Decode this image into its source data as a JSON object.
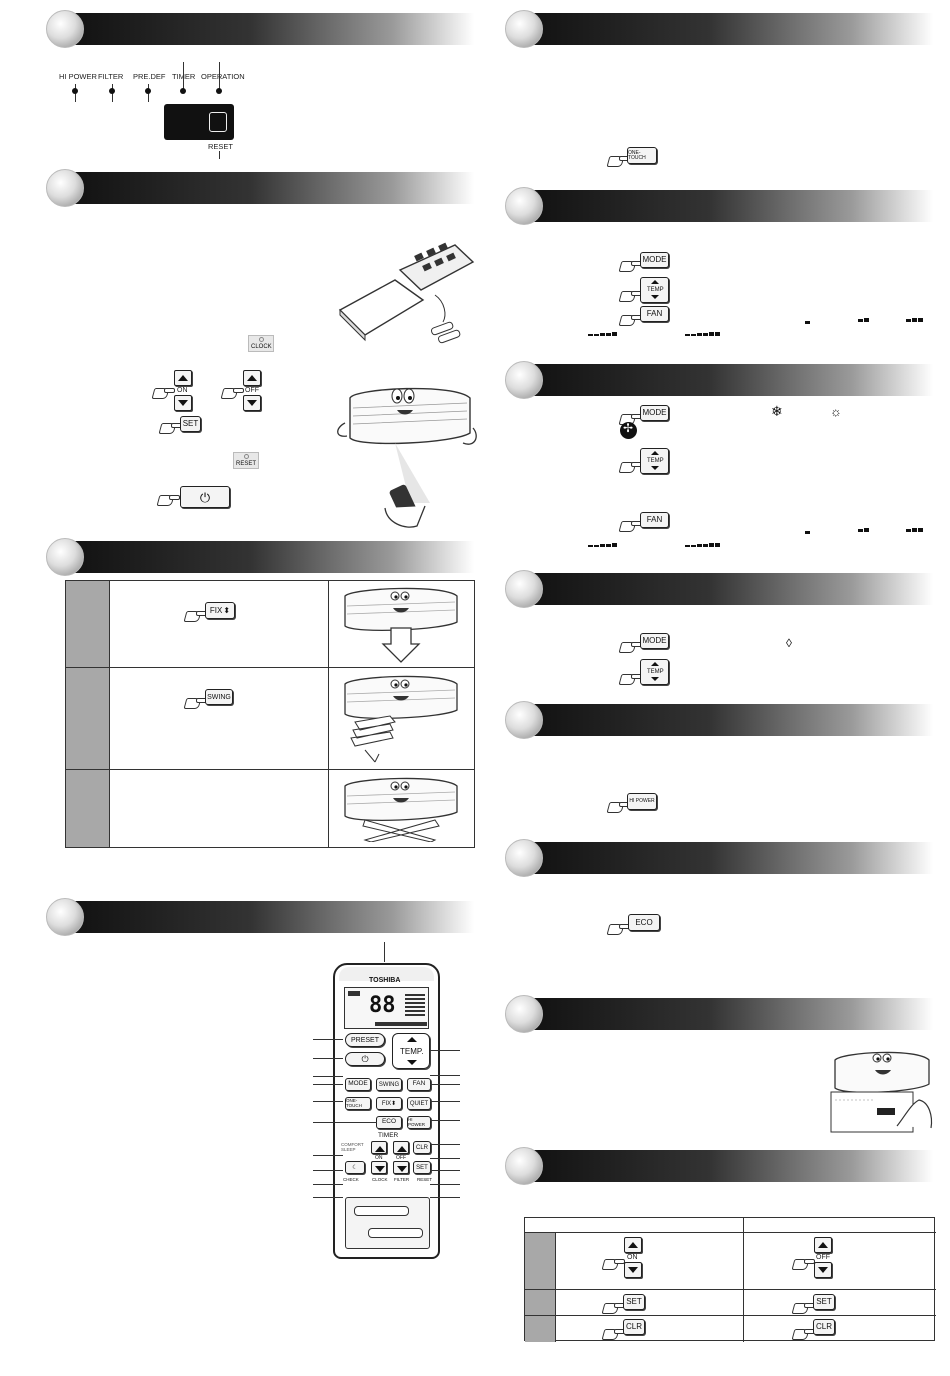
{
  "indicator_panel": {
    "labels": [
      "HI POWER",
      "FILTER",
      "PRE.DEF",
      "TIMER",
      "OPERATION"
    ],
    "reset_label": "RESET"
  },
  "left_buttons": {
    "clock": "CLOCK",
    "on": "ON",
    "off": "OFF",
    "set": "SET",
    "reset": "RESET",
    "fix": "FIX",
    "swing": "SWING"
  },
  "right_buttons": {
    "one_touch": "ONE-TOUCH",
    "mode": "MODE",
    "temp": "TEMP",
    "fan": "FAN",
    "hi_power": "HI POWER",
    "eco": "ECO"
  },
  "remote": {
    "brand": "TOSHIBA",
    "display_digits": "88",
    "preset": "PRESET",
    "temp": "TEMP.",
    "mode": "MODE",
    "swing": "SWING",
    "fan": "FAN",
    "one_touch": "ONE-TOUCH",
    "fix": "FIX",
    "quiet": "QUIET",
    "eco": "ECO",
    "hi_power": "HI POWER",
    "timer": "TIMER",
    "comfort_sleep": "COMFORT SLEEP",
    "on": "ON",
    "off": "OFF",
    "clr": "CLR",
    "set": "SET",
    "check": "CHECK",
    "clock": "CLOCK",
    "filter": "FILTER",
    "reset": "RESET"
  },
  "timer_table": {
    "on": "ON",
    "off": "OFF",
    "set": "SET",
    "clr": "CLR"
  }
}
